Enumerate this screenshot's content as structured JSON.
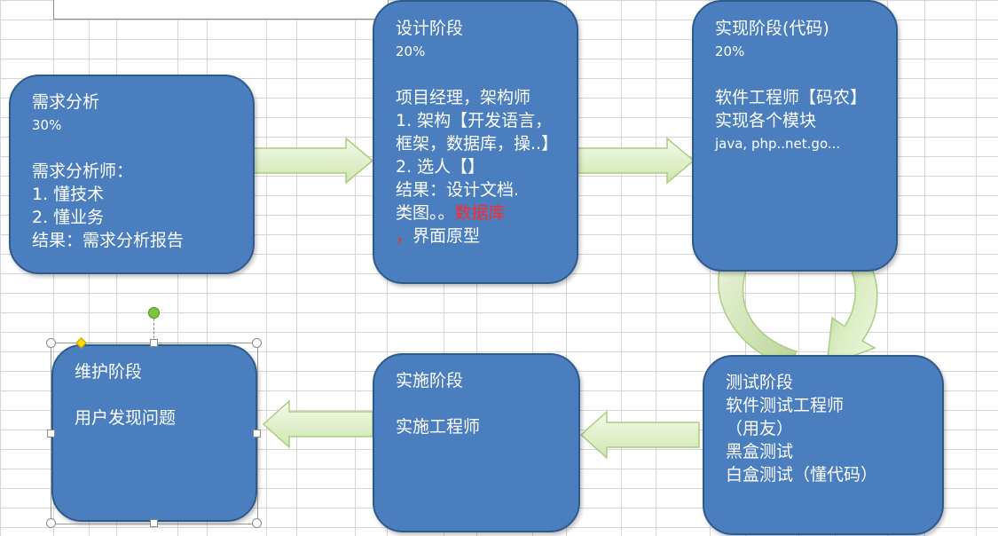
{
  "stages": {
    "requirements": {
      "title": "需求分析",
      "percent": "30%",
      "lines": [
        "需求分析师：",
        "1. 懂技术",
        "2. 懂业务",
        "结果：需求分析报告"
      ]
    },
    "design": {
      "title": "设计阶段",
      "percent": "20%",
      "lines": [
        "项目经理，架构师",
        "1. 架构【开发语言，",
        "框架，数据库，操..】",
        "2. 选人【】",
        "结果：设计文档.",
        "类图。。"
      ],
      "highlight": "数据库",
      "last_line": "，界面原型"
    },
    "implementation": {
      "title": "实现阶段(代码)",
      "percent": "20%",
      "lines": [
        "软件工程师【码农】",
        "实现各个模块"
      ],
      "tech": "java, php..net.go..."
    },
    "testing": {
      "title": "测试阶段",
      "lines": [
        "软件测试工程师",
        "（用友）",
        "黑盒测试",
        "白盒测试（懂代码）"
      ]
    },
    "deployment": {
      "title": "实施阶段",
      "lines": [
        "实施工程师"
      ]
    },
    "maintenance": {
      "title": "维护阶段",
      "lines": [
        "用户发现问题"
      ]
    }
  },
  "colors": {
    "card_fill": "#4a7ebf",
    "card_border": "#2f5a8e",
    "arrow_fill": "#e2f2cc",
    "arrow_stroke": "#a9cc7f",
    "highlight": "#ff2a2a"
  }
}
